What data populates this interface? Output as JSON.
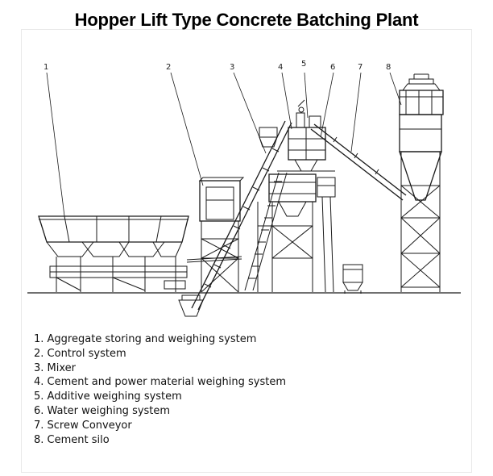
{
  "title": "Hopper Lift Type Concrete Batching Plant",
  "callouts": [
    {
      "number": "1",
      "component": "aggregate-system"
    },
    {
      "number": "2",
      "component": "control-room"
    },
    {
      "number": "3",
      "component": "mixer"
    },
    {
      "number": "4",
      "component": "cement-weighing"
    },
    {
      "number": "5",
      "component": "additive-weighing"
    },
    {
      "number": "6",
      "component": "water-weighing"
    },
    {
      "number": "7",
      "component": "screw-conveyor"
    },
    {
      "number": "8",
      "component": "cement-silo"
    }
  ],
  "legend": [
    "1. Aggregate storing and weighing system",
    "2. Control system",
    "3. Mixer",
    "4. Cement and power material weighing system",
    "5. Additive weighing system",
    "6. Water weighing system",
    "7. Screw Conveyor",
    "8. Cement silo"
  ]
}
